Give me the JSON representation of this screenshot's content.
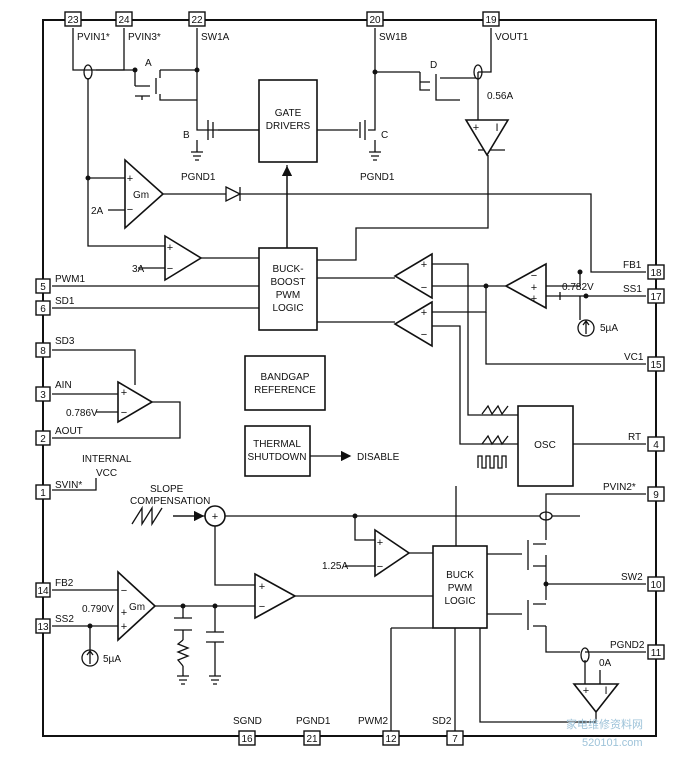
{
  "pins": {
    "p23": {
      "num": "23",
      "name": "PVIN1*"
    },
    "p24": {
      "num": "24",
      "name": "PVIN3*"
    },
    "p22": {
      "num": "22",
      "name": "SW1A"
    },
    "p20": {
      "num": "20",
      "name": "SW1B"
    },
    "p19": {
      "num": "19",
      "name": "VOUT1"
    },
    "p5": {
      "num": "5",
      "name": "PWM1"
    },
    "p6": {
      "num": "6",
      "name": "SD1"
    },
    "p8": {
      "num": "8",
      "name": "SD3"
    },
    "p3": {
      "num": "3",
      "name": "AIN"
    },
    "p2": {
      "num": "2",
      "name": "AOUT"
    },
    "p1": {
      "num": "1",
      "name": "SVIN*"
    },
    "p14": {
      "num": "14",
      "name": "FB2"
    },
    "p13": {
      "num": "13",
      "name": "SS2"
    },
    "p18": {
      "num": "18",
      "name": "FB1"
    },
    "p17": {
      "num": "17",
      "name": "SS1"
    },
    "p15": {
      "num": "15",
      "name": "VC1"
    },
    "p4": {
      "num": "4",
      "name": "RT"
    },
    "p9": {
      "num": "9",
      "name": "PVIN2*"
    },
    "p10": {
      "num": "10",
      "name": "SW2"
    },
    "p11": {
      "num": "11",
      "name": "PGND2"
    },
    "p16": {
      "num": "16",
      "name": "SGND"
    },
    "p21": {
      "num": "21",
      "name": "PGND1"
    },
    "p12": {
      "num": "12",
      "name": "PWM2"
    },
    "p7": {
      "num": "7",
      "name": "SD2"
    }
  },
  "blocks": {
    "gate_drivers": [
      "GATE",
      "DRIVERS"
    ],
    "buck_boost": [
      "BUCK-",
      "BOOST",
      "PWM",
      "LOGIC"
    ],
    "bandgap": [
      "BANDGAP",
      "REFERENCE"
    ],
    "thermal": [
      "THERMAL",
      "SHUTDOWN"
    ],
    "osc": "OSC",
    "buck_pwm": [
      "BUCK",
      "PWM",
      "LOGIC"
    ]
  },
  "labels": {
    "sw_a": "A",
    "sw_b": "B",
    "sw_c": "C",
    "sw_d": "D",
    "pgnd1_b": "PGND1",
    "pgnd1_c": "PGND1",
    "i_056a": "0.56A",
    "i_2a": "2A",
    "i_3a": "3A",
    "gm": "Gm",
    "gm2": "Gm",
    "v_0782": "0.782V",
    "v_0786": "0.786V",
    "v_0790": "0.790V",
    "i_5ua_top": "5µA",
    "i_5ua_bot": "5µA",
    "internal": "INTERNAL",
    "vcc": "VCC",
    "slope": [
      "SLOPE",
      "COMPENSATION"
    ],
    "disable": "DISABLE",
    "i_125a": "1.25A",
    "i_0a": "0A",
    "plus": "+",
    "minus": "−",
    "sum": "+",
    "sense_plus": "+",
    "sense_bar": "I"
  },
  "watermark": {
    "title": "家电维修资料网",
    "url": "520101.com"
  }
}
